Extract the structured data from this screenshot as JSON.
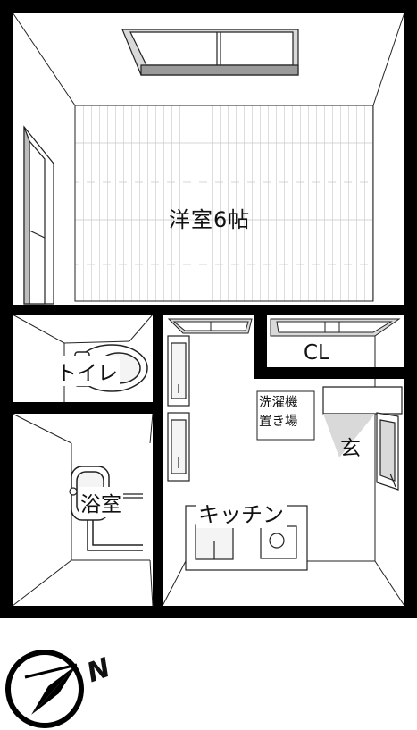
{
  "rooms": {
    "western_room": "洋室6帖",
    "toilet": "トイレ",
    "bathroom": "浴室",
    "kitchen": "キッチン",
    "closet": "CL",
    "washer_space": "洗濯機\n置き場",
    "entrance": "玄"
  },
  "compass": {
    "north_label": "N",
    "icon": "compass-north-arrow-icon"
  },
  "colors": {
    "wall": "#000000",
    "floor_light": "#f4f4f4",
    "floor_gray": "#d9d9d9",
    "line": "#222222"
  }
}
